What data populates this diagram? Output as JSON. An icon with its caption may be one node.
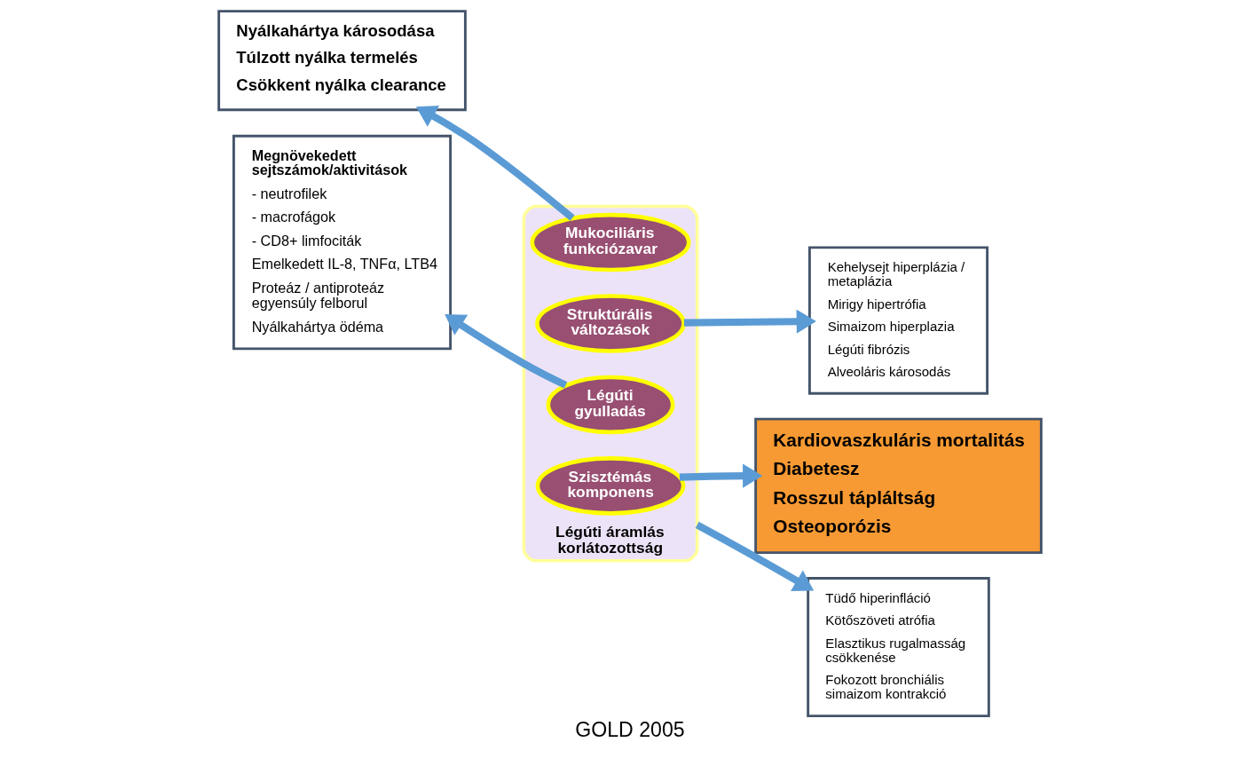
{
  "diagram": {
    "caption": "GOLD 2005",
    "nodes": [
      {
        "text": [
          "Nyálkahártya károsodása",
          "Túlzott nyálka termelés",
          "Csökkent nyálka clearance"
        ]
      },
      {
        "text": [
          "Kehelysejt hiperplázia / metaplázia",
          "Mirigy hipertrófia",
          "Simaizom hiperplazia",
          "Légúti fibrózis",
          "Alveoláris károsodás"
        ]
      },
      {
        "text": [
          "Légúti áramlás korlátozottság"
        ]
      },
      {
        "text": [
          "Mukociliáris funkciózavar"
        ],
        "in": 2
      },
      {
        "text": [
          "Struktúrális változások"
        ],
        "in": 2
      },
      {
        "text": [
          "Légúti gyulladás"
        ],
        "in": 2
      },
      {
        "text": [
          "Szisztémás komponens"
        ],
        "in": 2
      },
      {
        "text": [
          "Megnövekedett sejtszámok/aktivitások",
          "- neutrofilek",
          "- macrofágok",
          "- CD8+ limfociták",
          "Emelkedett IL-8, TNFα, LTB4",
          "Proteáz / antiproteáz egyensúly felborul",
          "Nyálkahártya ödéma"
        ]
      },
      {
        "text": [
          "Kardiovaszkuláris mortalitás",
          "Diabetesz",
          "Rosszul tápláltság",
          "Osteoporózis"
        ]
      },
      {
        "text": [
          "Tüdő hiperinfláció",
          "Kötőszöveti atrófia",
          "Elasztikus rugalmasság csökkenése",
          "Fokozott bronchiális simaizom kontrakció"
        ]
      }
    ],
    "edges": [
      {
        "from": 3,
        "to": 0,
        "arrow": "to"
      },
      {
        "from": 4,
        "to": 1,
        "arrow": "to"
      },
      {
        "from": 5,
        "to": 7,
        "arrow": "to"
      },
      {
        "from": 6,
        "to": 8,
        "arrow": "to"
      },
      {
        "from": 2,
        "to": 9,
        "arrow": "to"
      }
    ]
  }
}
